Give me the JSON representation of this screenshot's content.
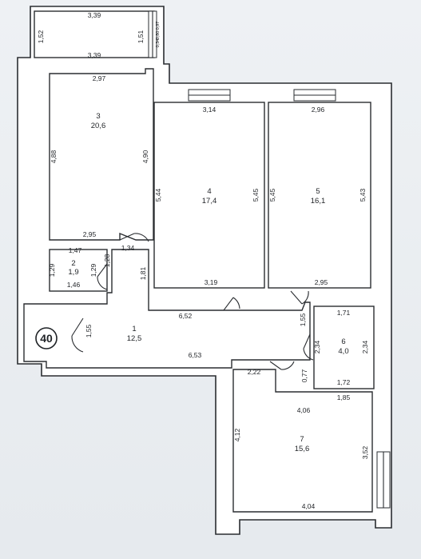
{
  "plan": {
    "apartment_number": "40",
    "balcony_dims": {
      "top": "3,39",
      "left": "1,52",
      "right": "1,51",
      "small1": "0,97",
      "small2": "0,80",
      "small3": "0,34"
    },
    "rooms": [
      {
        "id": "1",
        "area": "12,5",
        "dims": {
          "a": "6,52",
          "b": "1,55",
          "c": "6,53",
          "d": "1,81",
          "e": "1,55"
        }
      },
      {
        "id": "2",
        "area": "1,9",
        "dims": {
          "top": "1,47",
          "bottom": "1,46",
          "left": "1,29",
          "right": "1,29",
          "door": "1,28"
        }
      },
      {
        "id": "3",
        "area": "20,6",
        "dims": {
          "top": "3,39",
          "top2": "2,97",
          "bottom": "2,95",
          "left": "4,88",
          "right": "4,90",
          "door": "1,34"
        }
      },
      {
        "id": "4",
        "area": "17,4",
        "dims": {
          "top": "3,14",
          "bottom": "3,19",
          "left": "5,44",
          "right": "5,45"
        }
      },
      {
        "id": "5",
        "area": "16,1",
        "dims": {
          "top": "2,96",
          "bottom": "2,95",
          "left": "5,45",
          "right": "5,43"
        }
      },
      {
        "id": "6",
        "area": "4,0",
        "dims": {
          "top": "1,71",
          "bottom": "1,72",
          "left": "2,34",
          "right": "2,34",
          "door": "0,77"
        }
      },
      {
        "id": "7",
        "area": "15,6",
        "dims": {
          "top": "4,06",
          "top2": "1,85",
          "bottom": "4,04",
          "left": "4,12",
          "right": "3,52",
          "door": "2,22"
        }
      }
    ]
  }
}
